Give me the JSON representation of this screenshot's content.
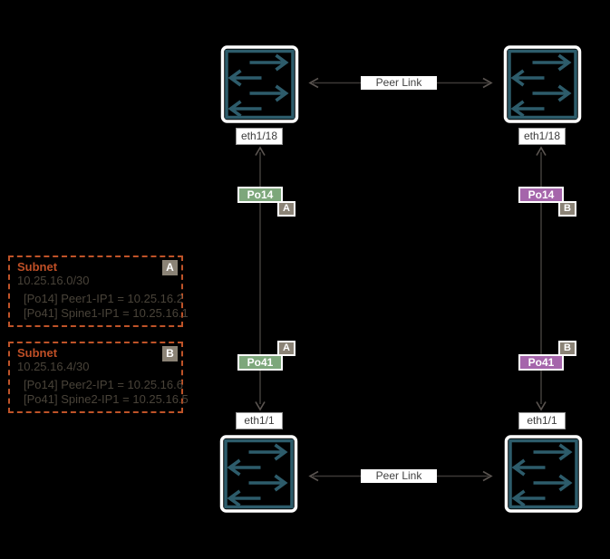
{
  "colors": {
    "switch_teal": "#2d5c6b",
    "po_green": "#7da77b",
    "po_purple": "#a565ab",
    "badge_gray": "#8b8376",
    "subnet_orange": "#bf5328",
    "line_gray": "#3b3735",
    "label_bg": "#ffffff"
  },
  "peer_links": {
    "top": "Peer Link",
    "bottom": "Peer Link"
  },
  "eth_ports": {
    "top_left": "eth1/18",
    "top_right": "eth1/18",
    "bottom_left": "eth1/1",
    "bottom_right": "eth1/1"
  },
  "port_channels": {
    "left_po14": {
      "label": "Po14",
      "badge": "A"
    },
    "left_po41": {
      "label": "Po41",
      "badge": "A"
    },
    "right_po14": {
      "label": "Po14",
      "badge": "B"
    },
    "right_po41": {
      "label": "Po41",
      "badge": "B"
    }
  },
  "subnets": [
    {
      "title": "Subnet",
      "badge": "A",
      "cidr": "10.25.16.0/30",
      "lines": [
        "[Po14] Peer1-IP1 = 10.25.16.2",
        "[Po41] Spine1-IP1 = 10.25.16.1"
      ]
    },
    {
      "title": "Subnet",
      "badge": "B",
      "cidr": "10.25.16.4/30",
      "lines": [
        "[Po14] Peer2-IP1 = 10.25.16.6",
        "[Po41] Spine2-IP1 = 10.25.16.5"
      ]
    }
  ]
}
